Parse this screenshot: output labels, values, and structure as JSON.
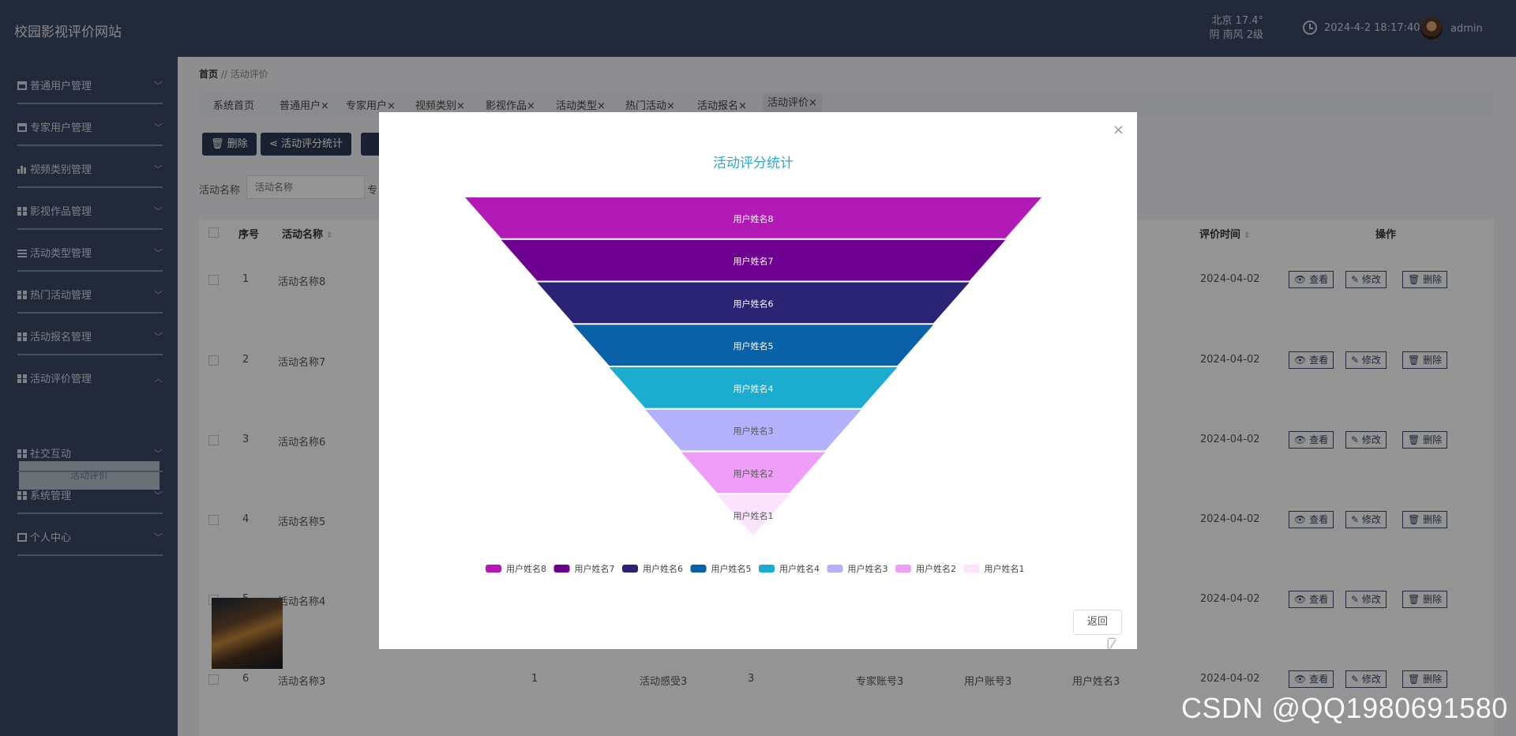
{
  "header": {
    "site_title": "校园影视评价网站",
    "weather_city_temp": "北京  17.4°",
    "weather_desc": "阴  南风  2级",
    "datetime": "2024-4-2 18:17:40",
    "username": "admin"
  },
  "sidebar": {
    "items": [
      {
        "label": "普通用户管理",
        "icon": "clipboard-icon"
      },
      {
        "label": "专家用户管理",
        "icon": "briefcase-icon"
      },
      {
        "label": "视频类别管理",
        "icon": "bar-chart-icon"
      },
      {
        "label": "影视作品管理",
        "icon": "grid-icon"
      },
      {
        "label": "活动类型管理",
        "icon": "list-icon"
      },
      {
        "label": "热门活动管理",
        "icon": "grid-icon"
      },
      {
        "label": "活动报名管理",
        "icon": "grid-icon"
      },
      {
        "label": "活动评价管理",
        "icon": "grid-icon"
      },
      {
        "label": "社交互动",
        "icon": "grid-icon"
      },
      {
        "label": "系统管理",
        "icon": "grid-icon"
      },
      {
        "label": "个人中心",
        "icon": "id-card-icon"
      }
    ],
    "active_sub": "活动评价"
  },
  "breadcrumb": {
    "home": "首页",
    "sep": "//",
    "current": "活动评价"
  },
  "tabs": [
    "系统首页",
    "普通用户×",
    "专家用户×",
    "视频类别×",
    "影视作品×",
    "活动类型×",
    "热门活动×",
    "活动报名×",
    "活动评价×"
  ],
  "toolbar": {
    "delete_label": "删除",
    "stats_label": "活动评分统计"
  },
  "search": {
    "label": "活动名称",
    "placeholder": "活动名称",
    "next_label": "专"
  },
  "table": {
    "headers": {
      "index": "序号",
      "name": "活动名称",
      "time": "评价时间",
      "actions": "操作"
    },
    "rows": [
      {
        "index": "1",
        "name": "活动名称8",
        "time": "2024-04-02"
      },
      {
        "index": "2",
        "name": "活动名称7",
        "time": "2024-04-02"
      },
      {
        "index": "3",
        "name": "活动名称6",
        "time": "2024-04-02"
      },
      {
        "index": "4",
        "name": "活动名称5",
        "time": "2024-04-02"
      },
      {
        "index": "5",
        "name": "活动名称4",
        "time": "2024-04-02"
      },
      {
        "index": "6",
        "name": "活动名称3",
        "time": "2024-04-02",
        "count": "1",
        "feeling": "活动感受3",
        "score": "3",
        "expert": "专家账号3",
        "user_account": "用户账号3",
        "user_name": "用户姓名3"
      }
    ],
    "actions": {
      "view": "查看",
      "edit": "修改",
      "delete": "删除"
    }
  },
  "modal": {
    "close": "×",
    "return_label": "返回"
  },
  "chart_data": {
    "type": "funnel",
    "title": "活动评分统计",
    "categories": [
      "用户姓名8",
      "用户姓名7",
      "用户姓名6",
      "用户姓名5",
      "用户姓名4",
      "用户姓名3",
      "用户姓名2",
      "用户姓名1"
    ],
    "values": [
      8,
      7,
      6,
      5,
      4,
      3,
      2,
      1
    ],
    "colors": [
      "#b11ab5",
      "#6e0090",
      "#2b2374",
      "#0b61a7",
      "#1bacd0",
      "#b3b1fb",
      "#ee9ef6",
      "#fbe3fd"
    ],
    "legend_position": "bottom"
  },
  "watermark": "CSDN @QQ1980691580"
}
